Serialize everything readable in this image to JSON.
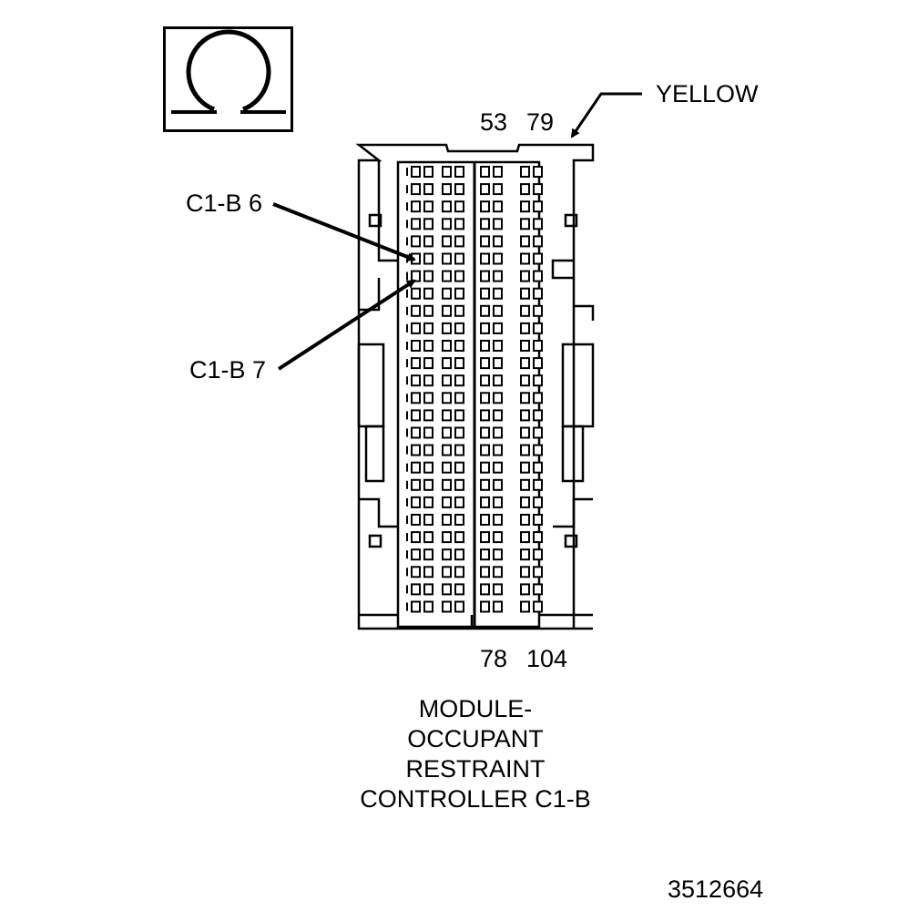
{
  "symbol": {
    "icon": "ohm-icon"
  },
  "labels": {
    "yellow": "YELLOW",
    "pin_53": "53",
    "pin_79": "79",
    "pin_78": "78",
    "pin_104": "104",
    "c1b6": "C1-B 6",
    "c1b7": "C1-B 7"
  },
  "title": {
    "line1": "MODULE-",
    "line2": "OCCUPANT",
    "line3": "RESTRAINT",
    "line4": "CONTROLLER C1-B"
  },
  "figure_id": "3512664",
  "connector": {
    "rows": 26,
    "color": "yellow"
  }
}
